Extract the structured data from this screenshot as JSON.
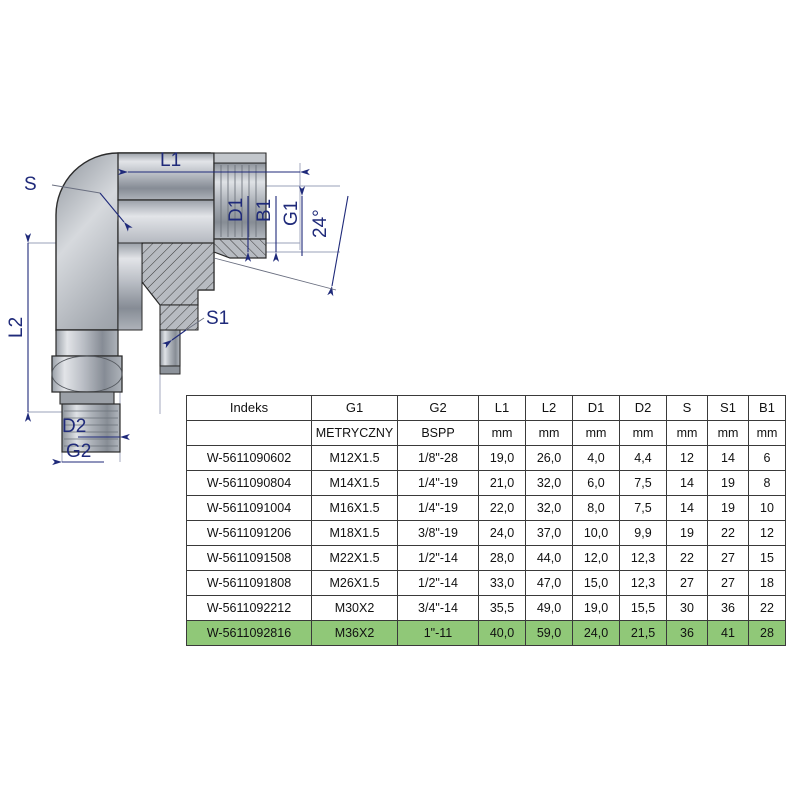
{
  "drawing": {
    "title": "90-degree elbow hydraulic fitting technical drawing",
    "dimension_labels": {
      "s": "S",
      "s1": "S1",
      "l1": "L1",
      "l2": "L2",
      "d1": "D1",
      "d2": "D2",
      "b1": "B1",
      "g1": "G1",
      "g2": "G2",
      "angle": "24°"
    },
    "label_color": "#1f2a7a",
    "metal_fill_light": "#d8dade",
    "metal_fill_mid": "#a8acb3",
    "metal_fill_dark": "#6f757d",
    "outline_color": "#2b2b2b"
  },
  "table": {
    "highlight_color": "#90c878",
    "border_color": "#3a3a3a",
    "headers": [
      "Indeks",
      "G1",
      "G2",
      "L1",
      "L2",
      "D1",
      "D2",
      "S",
      "S1",
      "B1"
    ],
    "units": [
      "",
      "METRYCZNY",
      "BSPP",
      "mm",
      "mm",
      "mm",
      "mm",
      "mm",
      "mm",
      "mm"
    ],
    "rows": [
      {
        "highlighted": false,
        "cells": [
          "W-5611090602",
          "M12X1.5",
          "1/8\"-28",
          "19,0",
          "26,0",
          "4,0",
          "4,4",
          "12",
          "14",
          "6"
        ]
      },
      {
        "highlighted": false,
        "cells": [
          "W-5611090804",
          "M14X1.5",
          "1/4\"-19",
          "21,0",
          "32,0",
          "6,0",
          "7,5",
          "14",
          "19",
          "8"
        ]
      },
      {
        "highlighted": false,
        "cells": [
          "W-5611091004",
          "M16X1.5",
          "1/4\"-19",
          "22,0",
          "32,0",
          "8,0",
          "7,5",
          "14",
          "19",
          "10"
        ]
      },
      {
        "highlighted": false,
        "cells": [
          "W-5611091206",
          "M18X1.5",
          "3/8\"-19",
          "24,0",
          "37,0",
          "10,0",
          "9,9",
          "19",
          "22",
          "12"
        ]
      },
      {
        "highlighted": false,
        "cells": [
          "W-5611091508",
          "M22X1.5",
          "1/2\"-14",
          "28,0",
          "44,0",
          "12,0",
          "12,3",
          "22",
          "27",
          "15"
        ]
      },
      {
        "highlighted": false,
        "cells": [
          "W-5611091808",
          "M26X1.5",
          "1/2\"-14",
          "33,0",
          "47,0",
          "15,0",
          "12,3",
          "27",
          "27",
          "18"
        ]
      },
      {
        "highlighted": false,
        "cells": [
          "W-5611092212",
          "M30X2",
          "3/4\"-14",
          "35,5",
          "49,0",
          "19,0",
          "15,5",
          "30",
          "36",
          "22"
        ]
      },
      {
        "highlighted": true,
        "cells": [
          "W-5611092816",
          "M36X2",
          "1\"-11",
          "40,0",
          "59,0",
          "24,0",
          "21,5",
          "36",
          "41",
          "28"
        ]
      }
    ]
  }
}
